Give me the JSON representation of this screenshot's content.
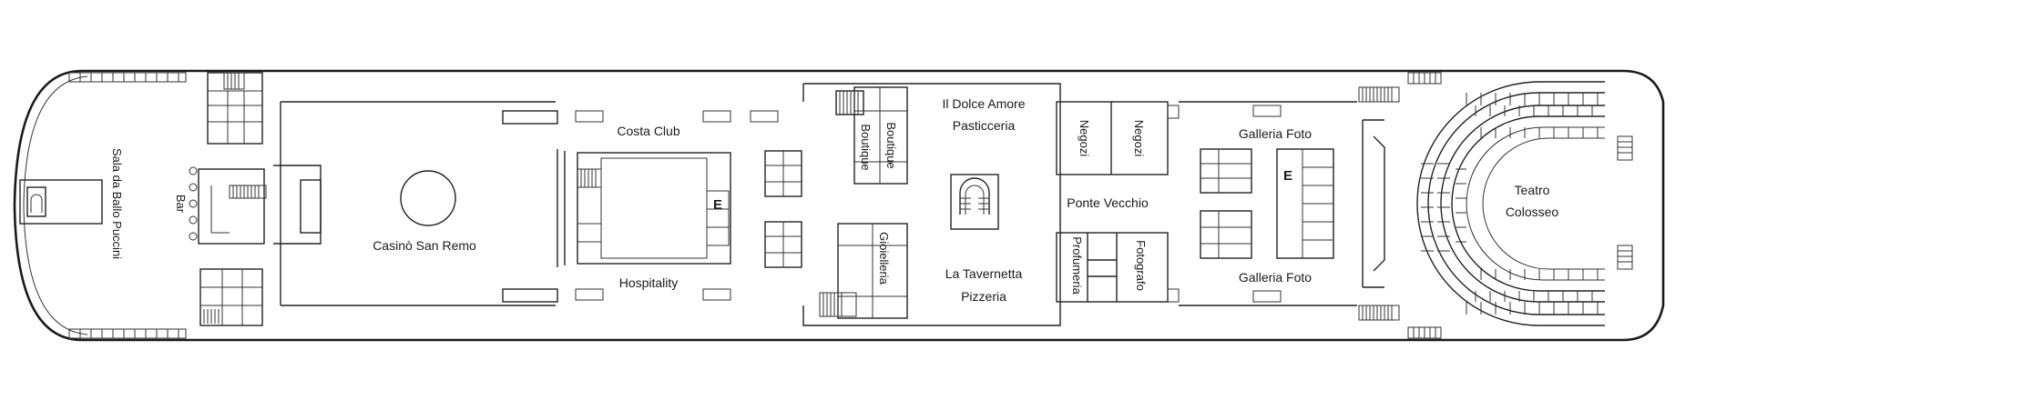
{
  "colors": {
    "line": "#1a1a1a",
    "background": "#ffffff"
  },
  "labels": {
    "sala_ballo": "Sala da Ballo Puccini",
    "bar": "Bar",
    "casino": "Casinò San Remo",
    "costa_club": "Costa Club",
    "hospitality": "Hospitality",
    "boutique_1": "Boutique",
    "boutique_2": "Boutique",
    "gioielleria": "Gioielleria",
    "dolce_amore_1": "Il Dolce Amore",
    "dolce_amore_2": "Pasticceria",
    "tavernetta_1": "La Tavernetta",
    "tavernetta_2": "Pizzeria",
    "negozi_1": "Negozi",
    "negozi_2": "Negozi",
    "ponte_vecchio": "Ponte Vecchio",
    "profumeria": "Profumeria",
    "fotografo": "Fotografo",
    "galleria_foto_top": "Galleria Foto",
    "galleria_foto_bottom": "Galleria Foto",
    "teatro_1": "Teatro",
    "teatro_2": "Colosseo"
  },
  "icons": [
    "elevator-icon",
    "stairs-icon",
    "balcony-icon"
  ]
}
